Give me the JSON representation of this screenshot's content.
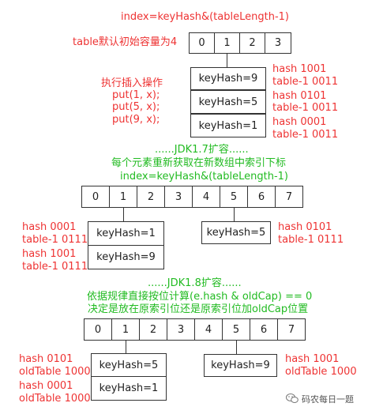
{
  "section1": {
    "formula": "index=keyHash&(tableLength-1)",
    "capacity_label": "table默认初始容量为4",
    "table": [
      "0",
      "1",
      "2",
      "3"
    ],
    "insert_title": "执行插入操作",
    "puts": [
      "put(1, x);",
      "put(5, x);",
      "put(9, x);"
    ],
    "nodes": [
      "keyHash=9",
      "keyHash=5",
      "keyHash=1"
    ],
    "calc": [
      {
        "hash": "hash     1001",
        "mask": "table-1 0011"
      },
      {
        "hash": "hash     0101",
        "mask": "table-1 0011"
      },
      {
        "hash": "hash     0001",
        "mask": "table-1 0011"
      }
    ]
  },
  "section2": {
    "title": "......JDK1.7扩容......",
    "desc": "每个元素重新获取在新数组中索引下标",
    "formula": "index=keyHash&(tableLength-1)",
    "table": [
      "0",
      "1",
      "2",
      "3",
      "4",
      "5",
      "6",
      "7"
    ],
    "left_nodes": [
      "keyHash=1",
      "keyHash=9"
    ],
    "right_nodes": [
      "keyHash=5"
    ],
    "left_calc": [
      {
        "hash": "hash     0001",
        "mask": "table-1 0111"
      },
      {
        "hash": "hash     1001",
        "mask": "table-1 0111"
      }
    ],
    "right_calc": {
      "hash": "hash     0101",
      "mask": "table-1 0111"
    }
  },
  "section3": {
    "title": "......JDK1.8扩容......",
    "desc1": "依据规律直接按位计算(e.hash & oldCap) == 0",
    "desc2": "决定是放在原索引位还是原索引位加oldCap位置",
    "table": [
      "0",
      "1",
      "2",
      "3",
      "4",
      "5",
      "6",
      "7"
    ],
    "left_nodes": [
      "keyHash=5",
      "keyHash=1"
    ],
    "right_nodes": [
      "keyHash=9"
    ],
    "left_calc": [
      {
        "hash": "hash       0101",
        "mask": "oldTable 1000"
      },
      {
        "hash": "hash       0001",
        "mask": "oldTable 1000"
      }
    ],
    "right_calc": {
      "hash": "hash       1001",
      "mask": "oldTable 1000"
    }
  },
  "watermark": "码农每日一题",
  "colors": {
    "red": "#ee3333",
    "green": "#22bb22",
    "border": "#333333"
  }
}
